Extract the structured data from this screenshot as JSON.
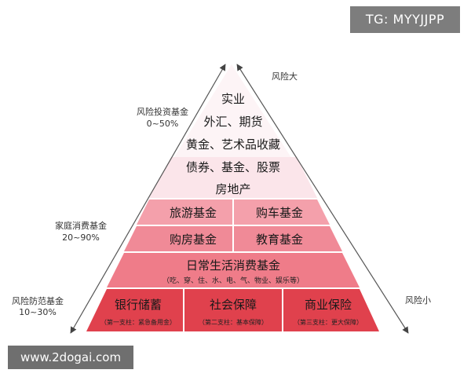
{
  "watermark": "TG: MYYJJPP",
  "source": "www.2dogai.com",
  "risk_labels": {
    "high": "风险大",
    "low": "风险小"
  },
  "fund_groups": [
    {
      "name": "风险投资基金",
      "range": "0~50%"
    },
    {
      "name": "家庭消费基金",
      "range": "20~90%"
    },
    {
      "name": "风险防范基金",
      "range": "10~30%"
    }
  ],
  "investment_tiers": [
    "实业",
    "外汇、期货",
    "黄金、艺术品收藏",
    "债券、基金、股票",
    "房地产"
  ],
  "consumption": {
    "row1": [
      "旅游基金",
      "购车基金"
    ],
    "row2": [
      "购房基金",
      "教育基金"
    ],
    "daily": "日常生活消费基金",
    "daily_note": "（吃、穿、住、水、电、气、物业、娱乐等）"
  },
  "protection": [
    {
      "title": "银行储蓄",
      "note": "（第一支柱：紧急备用金）"
    },
    {
      "title": "社会保障",
      "note": "（第二支柱：基本保障）"
    },
    {
      "title": "商业保险",
      "note": "（第三支柱：更大保障）"
    }
  ],
  "colors": {
    "apex": "#fdf4f6",
    "pale_pink": "#fbe5ea",
    "consumption_top": "#f4a0ab",
    "consumption_mid": "#f08a97",
    "daily_band": "#ef7c89",
    "protection": "#e0414d",
    "divider": "#ffffff",
    "text": "#1a1a1a",
    "label_text": "#333333"
  }
}
